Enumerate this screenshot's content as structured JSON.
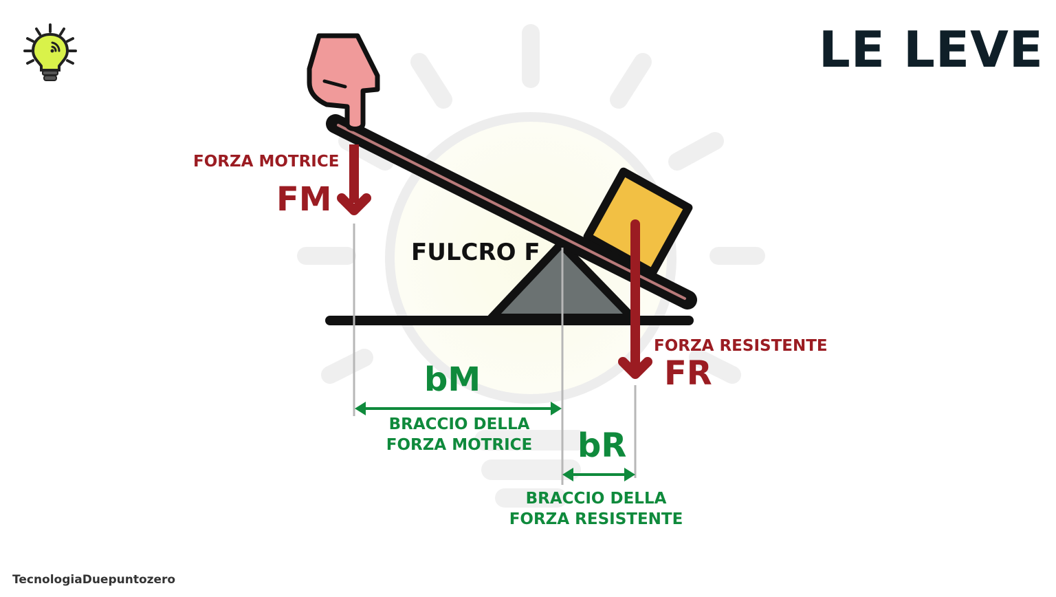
{
  "title": "LE LEVE",
  "labels": {
    "forza_motrice": "FORZA MOTRICE",
    "fm": "FM",
    "fulcro": "FULCRO F",
    "forza_resistente": "FORZA RESISTENTE",
    "fr": "FR",
    "bm": "bM",
    "braccio_motrice_line1": "BRACCIO DELLA",
    "braccio_motrice_line2": "FORZA MOTRICE",
    "br": "bR",
    "braccio_resistente_line1": "BRACCIO DELLA",
    "braccio_resistente_line2": "FORZA RESISTENTE"
  },
  "footer": "TecnologiaDuepuntozero",
  "icons": {
    "logo": "lightbulb-icon",
    "hand": "pointing-hand-icon",
    "load": "weight-box-icon"
  },
  "colors": {
    "force": "#9b1c22",
    "arm": "#0f8a3c",
    "title": "#0f1f28",
    "fulcrum": "#6b7272",
    "box": "#f2c044",
    "hand": "#f09a9a",
    "bulb": "#d9f24a"
  }
}
